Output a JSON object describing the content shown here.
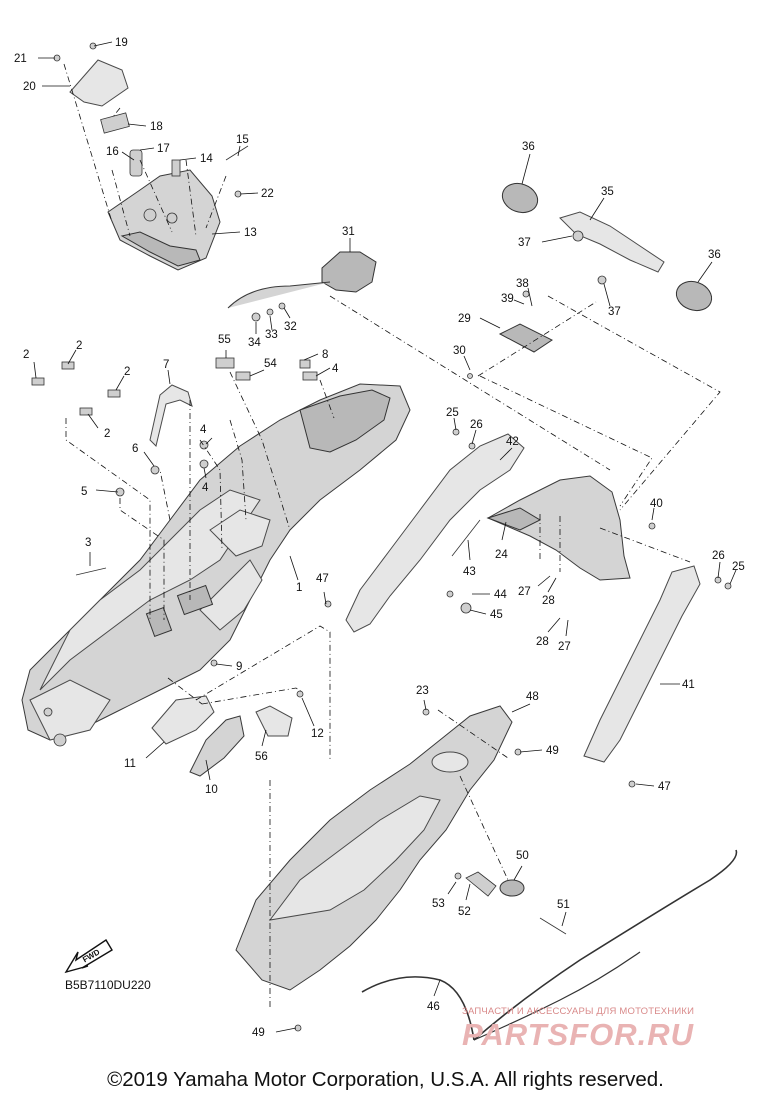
{
  "diagram_code": "B5B7110DU220",
  "watermark": {
    "line1": "ЗАПЧАСТИ И АКСЕССУАРЫ ДЛЯ МОТОТЕХНИКИ",
    "line2": "PARTSFOR.RU"
  },
  "fwd_label": "FWD",
  "copyright": "©2019 Yamaha Motor Corporation, U.S.A. All rights reserved.",
  "callouts": [
    "1",
    "2",
    "3",
    "4",
    "5",
    "6",
    "7",
    "8",
    "9",
    "10",
    "11",
    "12",
    "13",
    "14",
    "15",
    "16",
    "17",
    "18",
    "19",
    "20",
    "21",
    "22",
    "23",
    "24",
    "25",
    "26",
    "27",
    "28",
    "29",
    "30",
    "31",
    "32",
    "33",
    "34",
    "35",
    "36",
    "37",
    "38",
    "39",
    "40",
    "41",
    "42",
    "43",
    "44",
    "45",
    "46",
    "47",
    "48",
    "49",
    "50",
    "51",
    "52",
    "53",
    "54",
    "55",
    "56"
  ]
}
